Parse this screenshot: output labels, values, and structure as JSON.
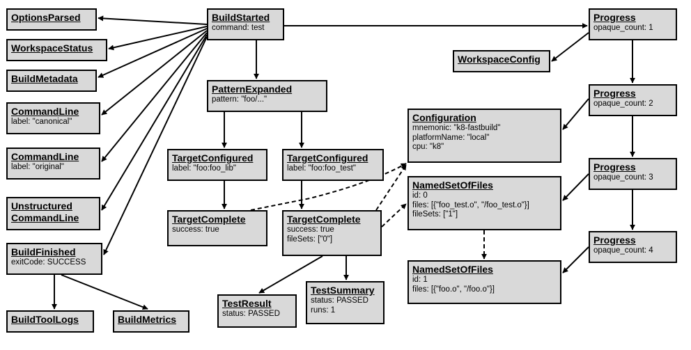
{
  "nodes": {
    "options_parsed": {
      "title": "OptionsParsed",
      "fields": []
    },
    "workspace_status": {
      "title": "WorkspaceStatus",
      "fields": []
    },
    "build_metadata": {
      "title": "BuildMetadata",
      "fields": []
    },
    "command_line_canonical": {
      "title": "CommandLine",
      "fields": [
        "label: \"canonical\""
      ]
    },
    "command_line_original": {
      "title": "CommandLine",
      "fields": [
        "label: \"original\""
      ]
    },
    "unstructured_command_line": {
      "title_lines": [
        "Unstructured",
        "CommandLine"
      ],
      "fields": []
    },
    "build_finished": {
      "title": "BuildFinished",
      "fields": [
        "exitCode: SUCCESS"
      ]
    },
    "build_tool_logs": {
      "title": "BuildToolLogs",
      "fields": []
    },
    "build_metrics": {
      "title": "BuildMetrics",
      "fields": []
    },
    "build_started": {
      "title": "BuildStarted",
      "fields": [
        "command: test"
      ]
    },
    "pattern_expanded": {
      "title": "PatternExpanded",
      "fields": [
        "pattern: \"foo/...\""
      ]
    },
    "target_configured_lib": {
      "title": "TargetConfigured",
      "fields": [
        "label: \"foo:foo_lib\""
      ]
    },
    "target_configured_test": {
      "title": "TargetConfigured",
      "fields": [
        "label: \"foo:foo_test\""
      ]
    },
    "target_complete_lib": {
      "title": "TargetComplete",
      "fields": [
        "success: true"
      ]
    },
    "target_complete_test": {
      "title": "TargetComplete",
      "fields": [
        "success: true",
        "fileSets: [\"0\"]"
      ]
    },
    "test_result": {
      "title": "TestResult",
      "fields": [
        "status: PASSED"
      ]
    },
    "test_summary": {
      "title": "TestSummary",
      "fields": [
        "status: PASSED",
        "runs: 1"
      ]
    },
    "configuration": {
      "title": "Configuration",
      "fields": [
        "mnemonic: \"k8-fastbuild\"",
        "platformName: \"local\"",
        "cpu: \"k8\""
      ]
    },
    "named_set_of_files_0": {
      "title": "NamedSetOfFiles",
      "fields": [
        "id: 0",
        "files: [{\"foo_test.o\", \"/foo_test.o\"}]",
        "fileSets: [\"1\"]"
      ]
    },
    "named_set_of_files_1": {
      "title": "NamedSetOfFiles",
      "fields": [
        "id: 1",
        "files: [{\"foo.o\", \"/foo.o\"}]"
      ]
    },
    "progress_1": {
      "title": "Progress",
      "fields": [
        "opaque_count: 1"
      ]
    },
    "workspace_config": {
      "title": "WorkspaceConfig",
      "fields": []
    },
    "progress_2": {
      "title": "Progress",
      "fields": [
        "opaque_count: 2"
      ]
    },
    "progress_3": {
      "title": "Progress",
      "fields": [
        "opaque_count: 3"
      ]
    },
    "progress_4": {
      "title": "Progress",
      "fields": [
        "opaque_count: 4"
      ]
    }
  },
  "colors": {
    "node_fill": "#d9d9d9",
    "line": "#000000"
  }
}
